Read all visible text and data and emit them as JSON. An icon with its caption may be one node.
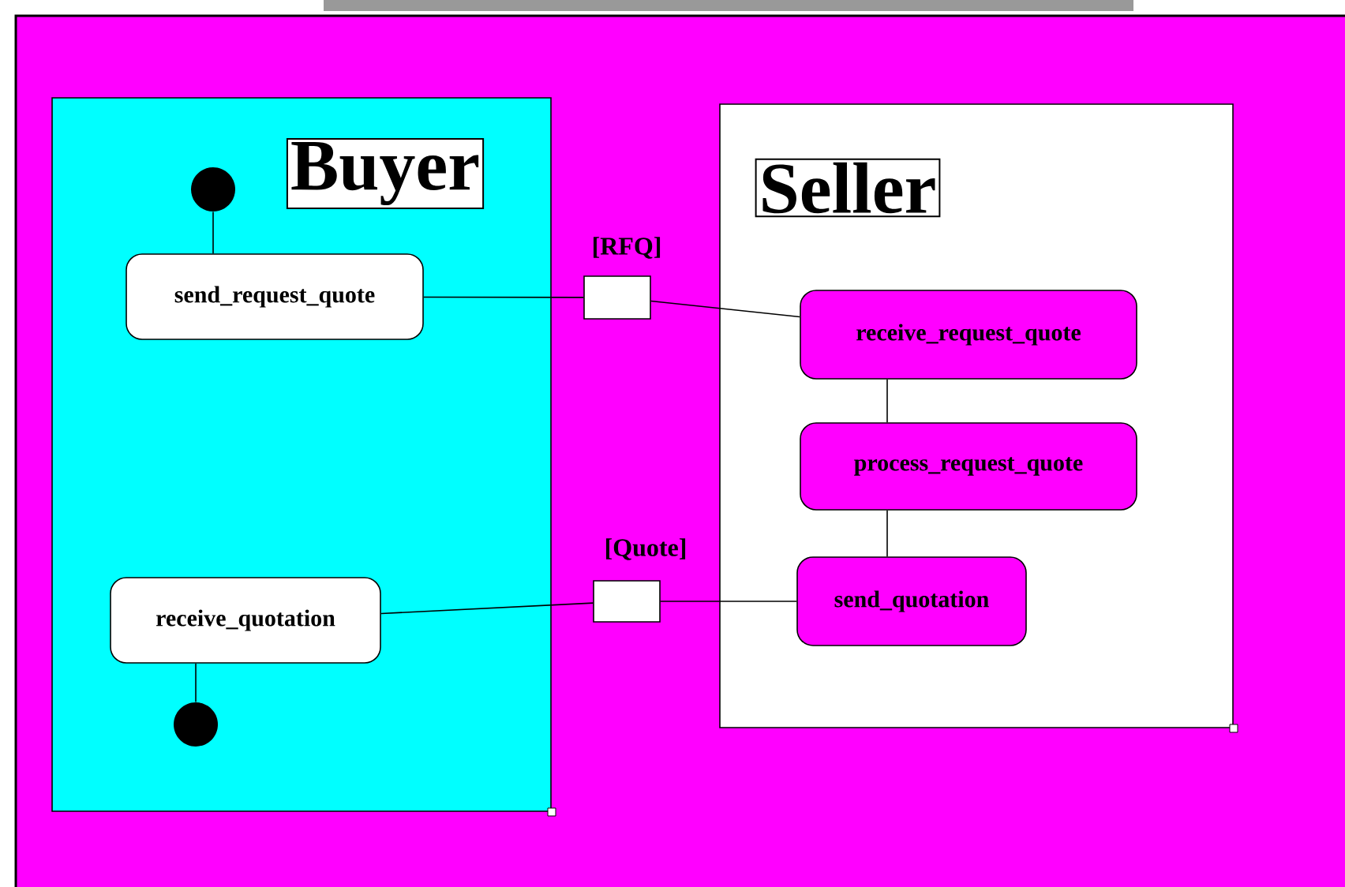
{
  "diagram": {
    "nodes": [
      {
        "text": [
          "Buyer"
        ]
      },
      {
        "text": [
          "Seller"
        ]
      },
      {
        "text": [],
        "shape": "circle",
        "in": 0
      },
      {
        "text": [
          "send_request_quote"
        ],
        "in": 0
      },
      {
        "text": [
          "receive_quotation"
        ],
        "in": 0
      },
      {
        "text": [],
        "shape": "circle",
        "in": 0
      },
      {
        "text": [],
        "shape": "box",
        "beside": [
          "[RFQ]"
        ]
      },
      {
        "text": [
          "receive_request_quote"
        ],
        "in": 1
      },
      {
        "text": [
          "process_request_quote"
        ],
        "in": 1
      },
      {
        "text": [
          "send_quotation"
        ],
        "in": 1
      },
      {
        "text": [],
        "shape": "box",
        "beside": [
          "[Quote]"
        ]
      }
    ],
    "edges": [
      {
        "from": 2,
        "to": 3,
        "arrow": "none"
      },
      {
        "from": 3,
        "to": 6,
        "arrow": "none"
      },
      {
        "from": 6,
        "to": 7,
        "arrow": "none"
      },
      {
        "from": 7,
        "to": 8,
        "arrow": "none"
      },
      {
        "from": 8,
        "to": 9,
        "arrow": "none"
      },
      {
        "from": 9,
        "to": 10,
        "arrow": "none"
      },
      {
        "from": 10,
        "to": 4,
        "arrow": "none"
      },
      {
        "from": 4,
        "to": 5,
        "arrow": "none"
      }
    ]
  }
}
